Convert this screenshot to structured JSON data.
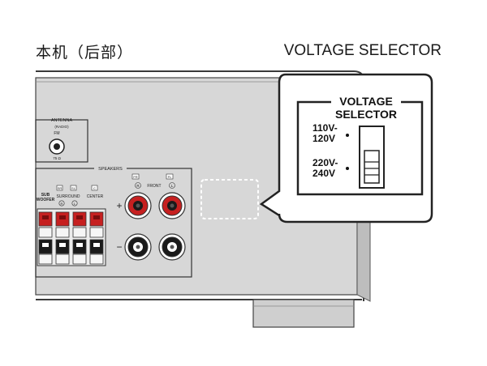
{
  "captions": {
    "left": "本机（后部）",
    "right": "VOLTAGE SELECTOR"
  },
  "antenna": {
    "title": "ANTENNA",
    "sub": "(RADIO)",
    "fm": "FM",
    "ohm": "75 Ω"
  },
  "speakers": {
    "title": "SPEAKERS",
    "front": "FRONT",
    "sub_line1": "SUB",
    "sub_line2": "WOOFER",
    "surround": "SURROUND",
    "center": "CENTER",
    "tag_sr": "SR",
    "tag_sl": "SL",
    "tag_c": "C",
    "tag_fr": "FR",
    "tag_fl": "FL",
    "ch_r": "R",
    "ch_l": "L",
    "plus": "+",
    "minus": "−"
  },
  "selector": {
    "title_line1": "VOLTAGE",
    "title_line2": "SELECTOR",
    "opt1_line1": "110V-",
    "opt1_line2": "120V",
    "opt2_line1": "220V-",
    "opt2_line2": "240V"
  },
  "colors": {
    "panel": "#d7d7d7",
    "outline": "#3a3a3a",
    "accent_red": "#c62020",
    "terminal_black": "#1a1a1a"
  }
}
